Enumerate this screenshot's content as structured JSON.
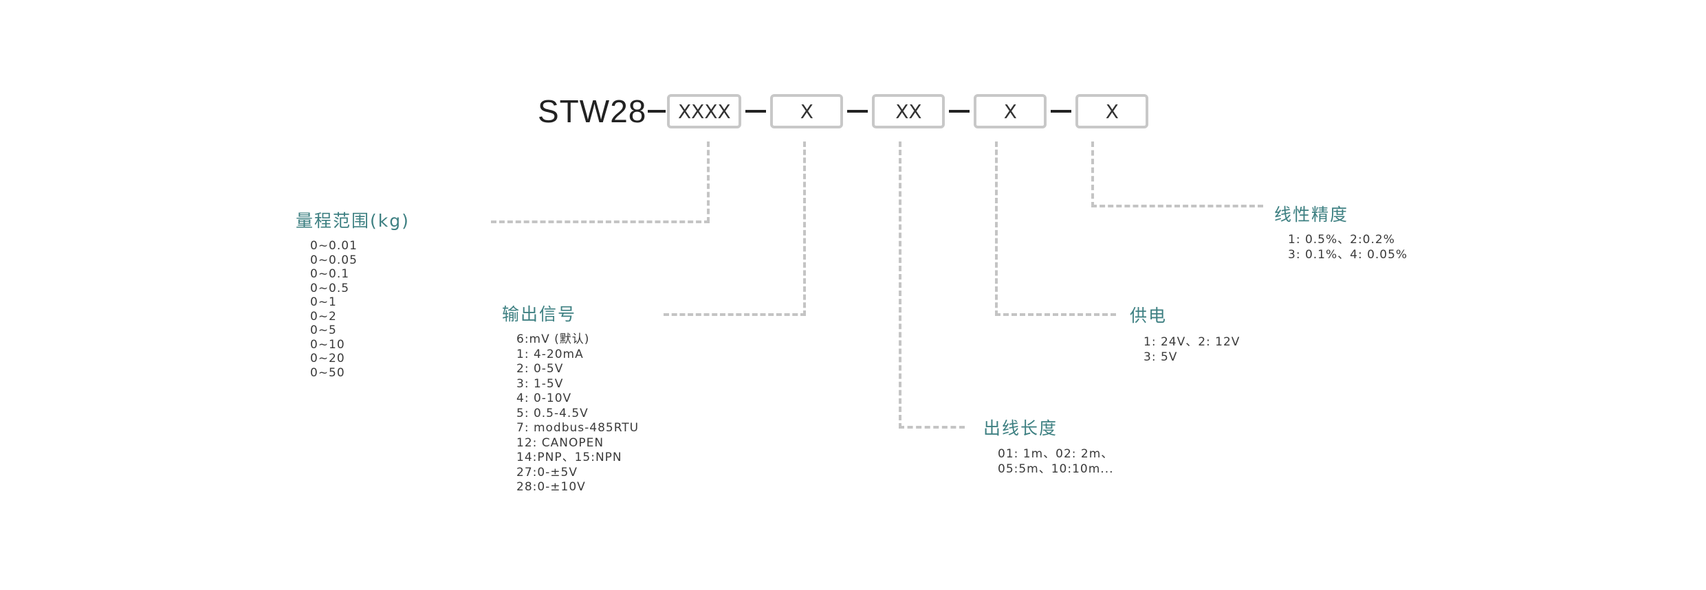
{
  "model": {
    "prefix": "STW28",
    "segments": [
      "XXXX",
      "X",
      "XX",
      "X",
      "X"
    ]
  },
  "sections": {
    "range": {
      "title": "量程范围(kg)",
      "items": [
        "0~0.01",
        "0~0.05",
        "0~0.1",
        "0~0.5",
        "0~1",
        "0~2",
        "0~5",
        "0~10",
        "0~20",
        "0~50"
      ]
    },
    "output": {
      "title": "输出信号",
      "items": [
        "6:mV (默认)",
        "1: 4-20mA",
        "2: 0-5V",
        "3: 1-5V",
        "4: 0-10V",
        "5: 0.5-4.5V",
        "7: modbus-485RTU",
        "12: CANOPEN",
        "14:PNP、15:NPN",
        "27:0-±5V",
        "28:0-±10V"
      ]
    },
    "cable": {
      "title": "出线长度",
      "items": [
        "01: 1m、02: 2m、",
        "05:5m、10:10m..."
      ]
    },
    "power": {
      "title": "供电",
      "items": [
        "1: 24V、2: 12V",
        "3: 5V"
      ]
    },
    "accuracy": {
      "title": "线性精度",
      "items": [
        "1: 0.5%、2:0.2%",
        "3: 0.1%、4: 0.05%"
      ]
    }
  }
}
